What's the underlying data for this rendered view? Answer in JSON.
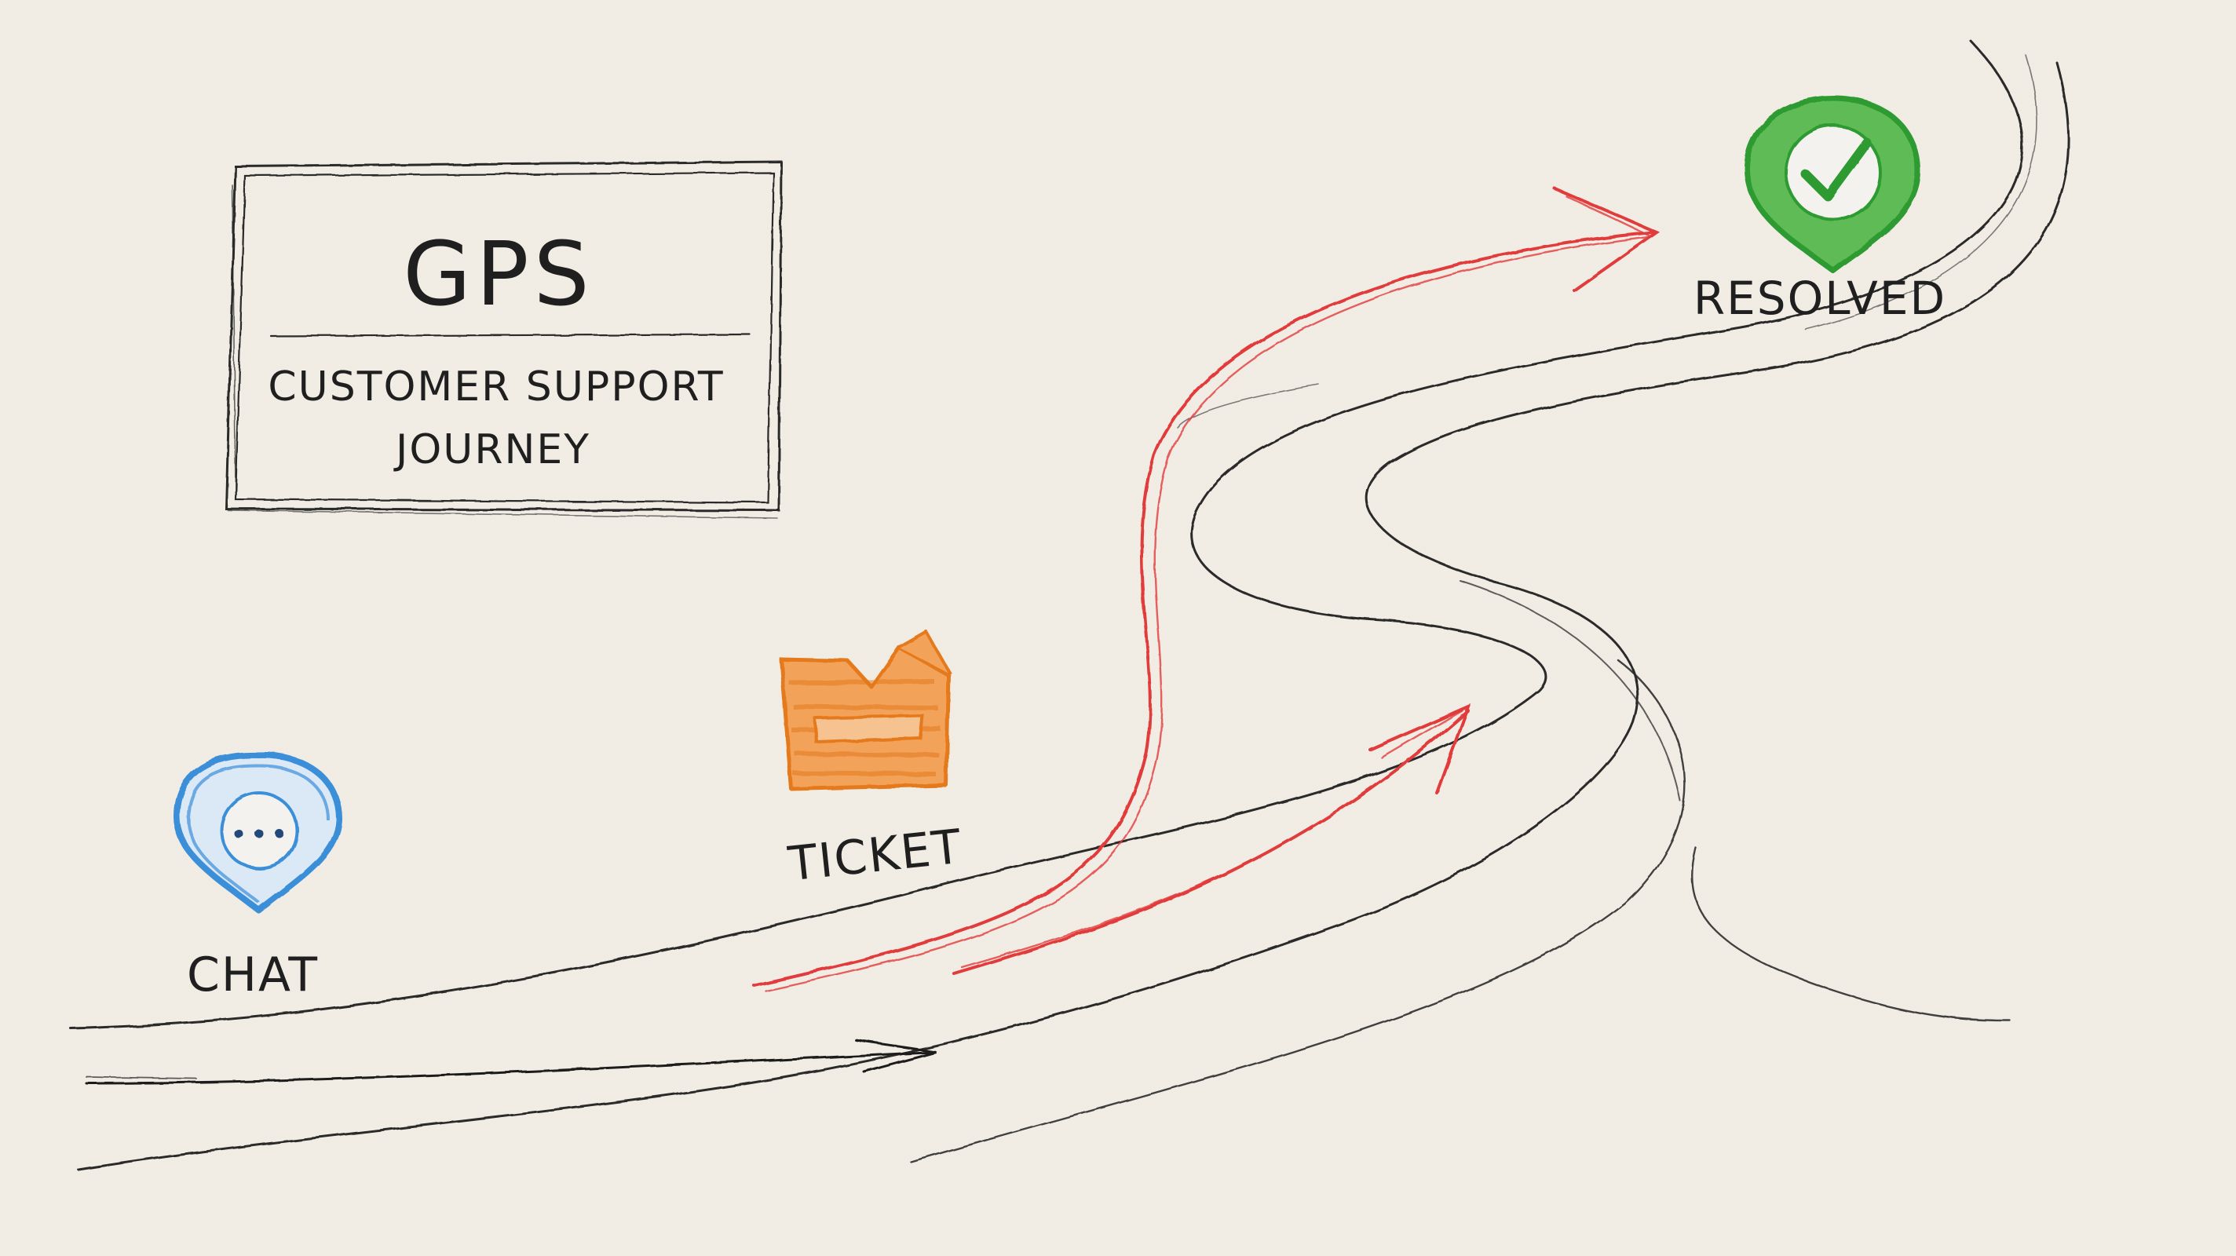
{
  "title_box": {
    "title": "GPS",
    "subtitle_line1": "CUSTOMER SUPPORT",
    "subtitle_line2": "JOURNEY"
  },
  "stages": [
    {
      "label": "CHAT",
      "icon": "chat-bubble-icon",
      "color": "#3a8fd8"
    },
    {
      "label": "TICKET",
      "icon": "ticket-box-icon",
      "color": "#ef8a2b"
    },
    {
      "label": "RESOLVED",
      "icon": "checkmark-pin-icon",
      "color": "#3aa33a"
    }
  ],
  "colors": {
    "background": "#f3efe7",
    "ink": "#1f1f1f",
    "arrow": "#e23b3b"
  }
}
